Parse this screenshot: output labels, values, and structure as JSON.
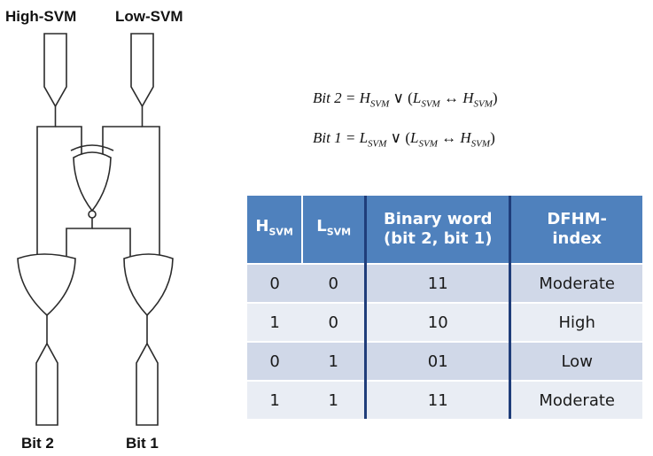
{
  "circuit": {
    "input_high": "High-SVM",
    "input_low": "Low-SVM",
    "output_bit2": "Bit 2",
    "output_bit1": "Bit 1"
  },
  "equations": {
    "bit2": {
      "lhs": "Bit 2 = ",
      "t1": "H",
      "s1": "SVM",
      "op1": " ∨ (",
      "t2": "L",
      "s2": "SVM",
      "op2": " ↔ ",
      "t3": "H",
      "s3": "SVM",
      "close": ")"
    },
    "bit1": {
      "lhs": "Bit 1 = ",
      "t1": "L",
      "s1": "SVM",
      "op1": " ∨ (",
      "t2": "L",
      "s2": "SVM",
      "op2": " ↔ ",
      "t3": "H",
      "s3": "SVM",
      "close": ")"
    }
  },
  "table": {
    "headers": {
      "h_main": "H",
      "h_sub": "SVM",
      "l_main": "L",
      "l_sub": "SVM",
      "binary_line1": "Binary word",
      "binary_line2": "(bit 2, bit 1)",
      "dfhm_line1": "DFHM-",
      "dfhm_line2": "index"
    },
    "rows": [
      {
        "h": "0",
        "l": "0",
        "word": "11",
        "index": "Moderate"
      },
      {
        "h": "1",
        "l": "0",
        "word": "10",
        "index": "High"
      },
      {
        "h": "0",
        "l": "1",
        "word": "01",
        "index": "Low"
      },
      {
        "h": "1",
        "l": "1",
        "word": "11",
        "index": "Moderate"
      }
    ]
  },
  "colors": {
    "header_blue": "#4f81bd",
    "row_dark": "#d0d8e8",
    "row_light": "#e9edf4",
    "divider": "#1f3d7a"
  }
}
